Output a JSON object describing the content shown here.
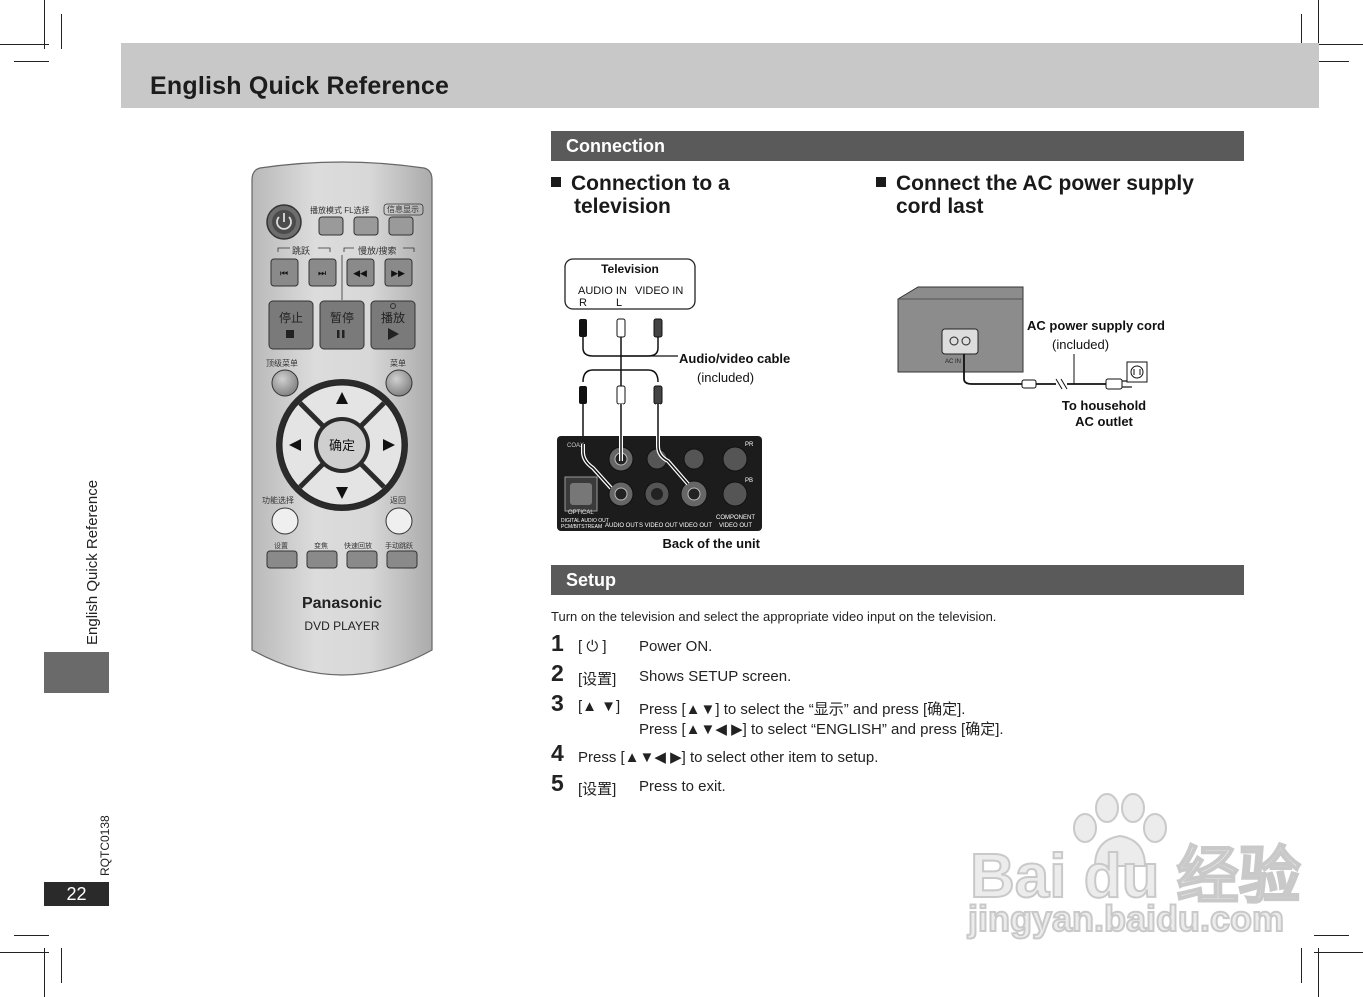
{
  "header": {
    "title": "English Quick Reference"
  },
  "side": {
    "label": "English Quick Reference",
    "code": "RQTC0138",
    "page_number": "22"
  },
  "remote": {
    "labels": {
      "play_mode_fl": "播放模式 FL选择",
      "info": "信息显示",
      "skip": "跳跃",
      "slow_search": "慢放/搜索",
      "stop": "停止",
      "pause": "暂停",
      "play": "播放",
      "top_menu": "顶级菜单",
      "menu": "菜单",
      "enter": "确定",
      "function": "功能选择",
      "return": "返回",
      "setup": "设置",
      "zoom": "变焦",
      "quick_replay": "快速回放",
      "manual_skip": "手动跳跃"
    },
    "brand": "Panasonic",
    "model": "DVD  PLAYER"
  },
  "connection": {
    "bar": "Connection",
    "tv_heading_line1": "Connection to a",
    "tv_heading_line2": "television",
    "ac_heading_line1": "Connect the AC power supply",
    "ac_heading_line2": "cord last",
    "tv_diagram": {
      "tv_label": "Television",
      "audio_in": "AUDIO IN",
      "video_in": "VIDEO IN",
      "r": "R",
      "l": "L",
      "cable": "Audio/video cable",
      "included": "(included)",
      "back": "Back of the unit",
      "coax": "COAX",
      "optical": "OPTICAL",
      "digital_audio_out": "DIGITAL AUDIO OUT",
      "pcm_bitstream": "PCM/BITSTREAM",
      "audio_out": "AUDIO OUT",
      "s_video_out": "S VIDEO OUT",
      "video_out": "VIDEO OUT",
      "component": "COMPONENT",
      "component_video_out": "VIDEO OUT",
      "pr": "PR",
      "pb": "PB"
    },
    "ac_diagram": {
      "cord": "AC power supply cord",
      "included": "(included)",
      "household_line1": "To household",
      "household_line2": "AC  outlet",
      "ac_in": "AC  IN"
    }
  },
  "setup": {
    "bar": "Setup",
    "intro": "Turn on the television and select the appropriate video input on the television.",
    "steps": [
      {
        "num": "1",
        "key": "[ ⏻ ]",
        "desc": "Power ON."
      },
      {
        "num": "2",
        "key": "[设置]",
        "desc": "Shows SETUP screen."
      },
      {
        "num": "3",
        "key": "[▲ ▼]",
        "desc": "Press [▲▼] to select the “显示” and press [确定].",
        "desc2": "Press [▲▼◀ ▶] to select “ENGLISH” and press [确定]."
      },
      {
        "num": "4",
        "full": "Press [▲▼◀ ▶] to select other item to setup."
      },
      {
        "num": "5",
        "key": "[设置]",
        "desc": "Press to exit."
      }
    ]
  },
  "watermark": {
    "brand": "Bai  du 经验",
    "url": "jingyan.baidu.com"
  }
}
